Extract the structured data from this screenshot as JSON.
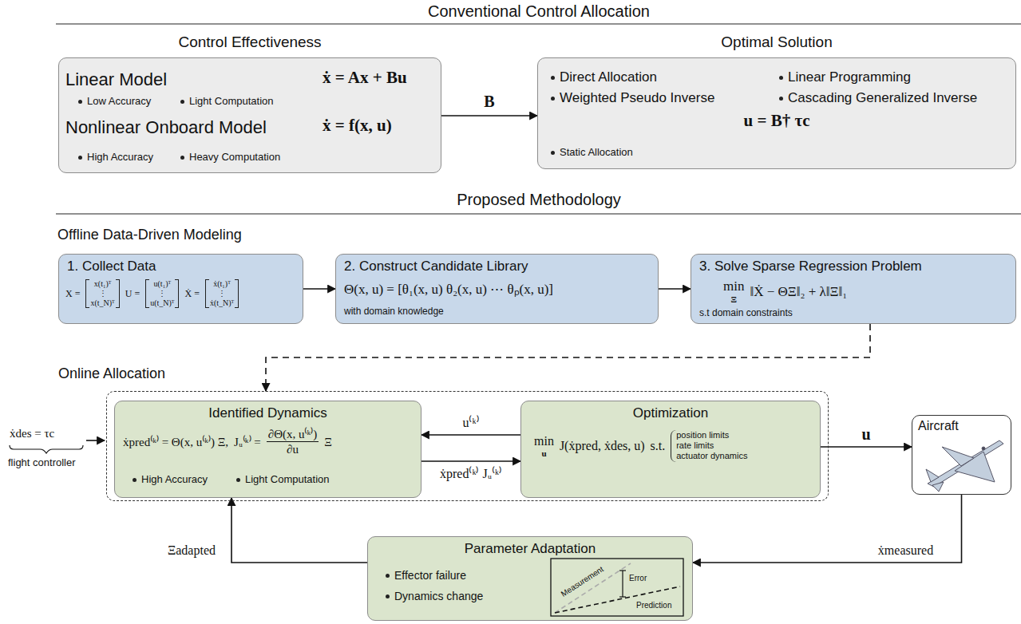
{
  "diagram": {
    "nodes": [
      {
        "text": [
          "Control Effectiveness",
          "Linear Model",
          "ẋ = Ax + Bu",
          "Low Accuracy",
          "Light Computation",
          "Nonlinear Onboard Model",
          "ẋ = f(x, u)",
          "High Accuracy",
          "Heavy Computation"
        ]
      },
      {
        "text": [
          "Optimal Solution",
          "Direct Allocation",
          "Linear Programming",
          "Weighted Pseudo Inverse",
          "Cascading Generalized Inverse",
          "u = B† τc",
          "Static Allocation"
        ]
      },
      {
        "text": [
          "1. Collect Data",
          "X =",
          "x(t₁)ᵀ",
          "⋮",
          "x(t_N)ᵀ",
          "U =",
          "u(t₁)ᵀ",
          "⋮",
          "u(t_N)ᵀ",
          "Ẋ =",
          "ẋ(t₁)ᵀ",
          "⋮",
          "ẋ(t_N)ᵀ"
        ]
      },
      {
        "text": [
          "2. Construct Candidate Library",
          "Θ(x, u) = [θ₁(x, u) θ₂(x, u) ⋯ θₚ(x, u)]",
          "with domain knowledge"
        ]
      },
      {
        "text": [
          "3. Solve Sparse Regression Problem",
          "min",
          "Ξ",
          "‖Ẋ − ΘΞ‖₂ + λ‖Ξ‖₁",
          "s.t domain constraints"
        ]
      },
      {
        "text": [
          "Online Allocation"
        ]
      },
      {
        "text": [
          "Identified Dynamics",
          "ẋpred⁽ᵏ⁾ = Θ(x, u⁽ᵏ⁾) Ξ,",
          "Jᵤ⁽ᵏ⁾ =",
          "∂Θ(x, u⁽ᵏ⁾)",
          "∂u",
          "Ξ",
          "High Accuracy",
          "Light Computation"
        ],
        "in": 5
      },
      {
        "text": [
          "Optimization",
          "min",
          "u",
          "J(ẋpred, ẋdes, u)",
          "s.t.",
          "position limits",
          "rate limits",
          "actuator dynamics"
        ],
        "in": 5
      },
      {
        "text": [
          "Aircraft"
        ]
      },
      {
        "text": [
          "Parameter Adaptation",
          "Effector failure",
          "Dynamics change",
          "Measurement",
          "Error",
          "Prediction"
        ]
      }
    ],
    "edges": [
      {
        "from": 0,
        "to": 1,
        "arrow": "to",
        "label": "B"
      },
      {
        "from": 2,
        "to": 3,
        "arrow": "to"
      },
      {
        "from": 3,
        "to": 4,
        "arrow": "to"
      },
      {
        "from": 4,
        "to": 5,
        "arrow": "to"
      },
      {
        "from": 7,
        "to": 6,
        "arrow": "to",
        "label": "u⁽ᵏ⁾"
      },
      {
        "from": 6,
        "to": 7,
        "arrow": "to",
        "label": "ẋpred⁽ᵏ⁾ Jᵤ⁽ᵏ⁾"
      },
      {
        "from": 7,
        "to": 8,
        "arrow": "to",
        "label": "u"
      },
      {
        "from": 8,
        "to": 9,
        "arrow": "to",
        "label": "ẋmeasured"
      },
      {
        "from": 9,
        "to": 6,
        "arrow": "to",
        "label": "Ξadapted"
      }
    ],
    "labels": [
      "Conventional Control Allocation",
      "Proposed Methodology",
      "Offline Data-Driven Modeling",
      "ẋdes = τc",
      "flight controller"
    ]
  }
}
